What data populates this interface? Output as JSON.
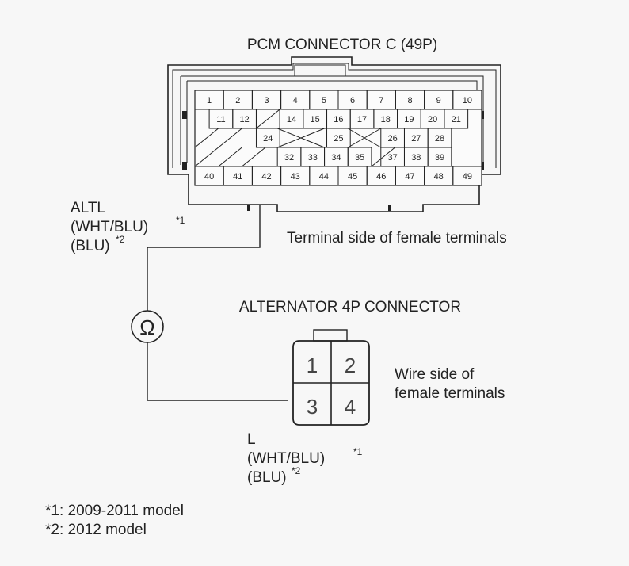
{
  "diagram": {
    "pcm_title": "PCM CONNECTOR C (49P)",
    "pcm_caption": "Terminal side of female terminals",
    "pcm_rows": [
      [
        "1",
        "2",
        "3",
        "4",
        "5",
        "6",
        "7",
        "8",
        "9",
        "10"
      ],
      [
        "11",
        "12",
        "",
        "14",
        "15",
        "16",
        "17",
        "18",
        "19",
        "20",
        "21"
      ],
      [
        "24",
        "25",
        "26",
        "27",
        "28"
      ],
      [
        "32",
        "33",
        "34",
        "35",
        "37",
        "38",
        "39"
      ],
      [
        "40",
        "41",
        "42",
        "43",
        "44",
        "45",
        "46",
        "47",
        "48",
        "49"
      ]
    ],
    "altl_label": {
      "name": "ALTL",
      "color1": "(WHT/BLU)",
      "note1": "*1",
      "color2": "(BLU)",
      "note2": "*2"
    },
    "meter_symbol": "Ω",
    "alt_title": "ALTERNATOR 4P CONNECTOR",
    "alt_terminals": [
      "1",
      "2",
      "3",
      "4"
    ],
    "alt_caption_line1": "Wire side of",
    "alt_caption_line2": "female terminals",
    "l_label": {
      "name": "L",
      "color1": "(WHT/BLU)",
      "note1": "*1",
      "color2": "(BLU)",
      "note2": "*2"
    },
    "footnotes": [
      "*1: 2009-2011 model",
      "*2: 2012 model"
    ]
  }
}
